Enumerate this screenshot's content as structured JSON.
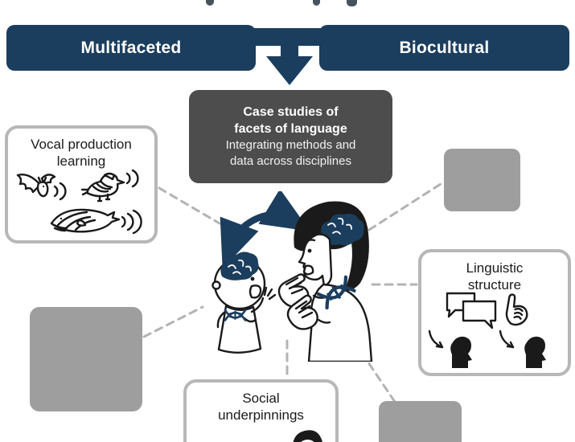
{
  "colors": {
    "navy": "#1c3e5e",
    "dark_gray_box": "#4d4d4d",
    "placeholder_gray": "#9e9e9e",
    "node_border_gray": "#b7b7b7",
    "dashed_line_gray": "#b3b3b3",
    "ink_black": "#1a1a1a",
    "background": "#ffffff"
  },
  "header": {
    "left": "Multifaceted",
    "right": "Biocultural"
  },
  "center_box": {
    "title": [
      "Case studies of",
      "facets of language"
    ],
    "subtitle": [
      "Integrating methods and",
      "data across disciplines"
    ]
  },
  "nodes": {
    "vocal": {
      "lines": [
        "Vocal production",
        "learning"
      ]
    },
    "linguistic": {
      "lines": [
        "Linguistic",
        "structure"
      ]
    },
    "social": {
      "lines": [
        "Social",
        "underpinnings"
      ]
    }
  }
}
